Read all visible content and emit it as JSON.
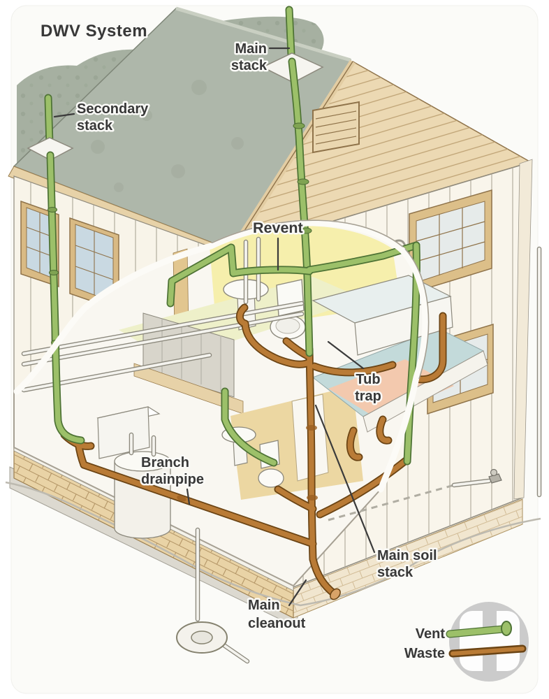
{
  "title": "DWV System",
  "labels": {
    "main_stack": {
      "lines": [
        "Main",
        "stack"
      ]
    },
    "secondary_stack": {
      "lines": [
        "Secondary",
        "stack"
      ]
    },
    "revent": {
      "lines": [
        "Revent"
      ]
    },
    "tub_trap": {
      "lines": [
        "Tub",
        "trap"
      ]
    },
    "branch_drainpipe": {
      "lines": [
        "Branch",
        "drainpipe"
      ]
    },
    "main_soil_stack": {
      "lines": [
        "Main soil",
        "stack"
      ]
    },
    "main_cleanout": {
      "lines": [
        "Main",
        "cleanout"
      ]
    }
  },
  "legend": {
    "items": [
      {
        "label": "Vent",
        "color": "#9cc069"
      },
      {
        "label": "Waste",
        "color": "#b97b36"
      }
    ]
  },
  "colors": {
    "vent_pipe": "#9cc069",
    "vent_pipe_outline": "#4e7335",
    "waste_pipe": "#b97b36",
    "waste_pipe_outline": "#6b4414",
    "roof": "#aeb7aa",
    "foliage": "#a6b0a1",
    "gable_siding": "#ecd9b3",
    "wall": "#f8f4e9",
    "bathroom_wall": "#f6efac",
    "floor_blue": "#c3dada",
    "floor_salmon": "#f3c9ae",
    "foundation_block": "#e9d3a6",
    "label_text": "#383838"
  }
}
